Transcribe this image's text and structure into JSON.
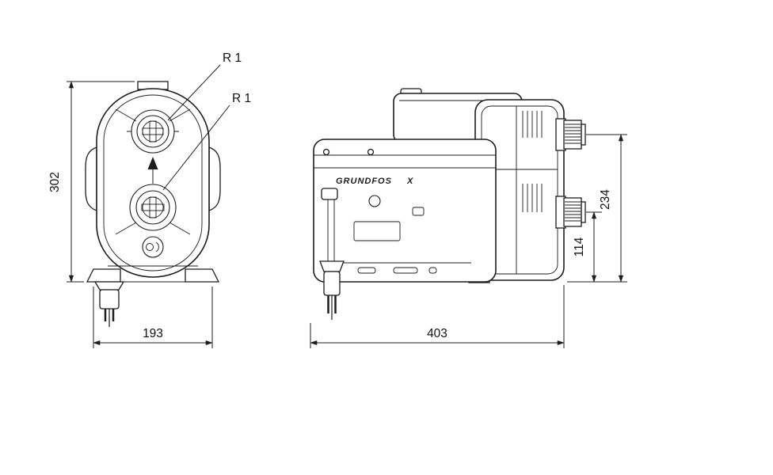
{
  "drawing": {
    "brand": {
      "name": "GRUNDFOS",
      "mark": "X"
    },
    "callouts": {
      "port_radius_top": "R 1",
      "port_radius_bottom": "R 1"
    },
    "dimensions": {
      "front_height_mm": "302",
      "front_width_mm": "193",
      "side_length_mm": "403",
      "outlet_height_mm": "234",
      "inlet_height_mm": "114"
    }
  }
}
